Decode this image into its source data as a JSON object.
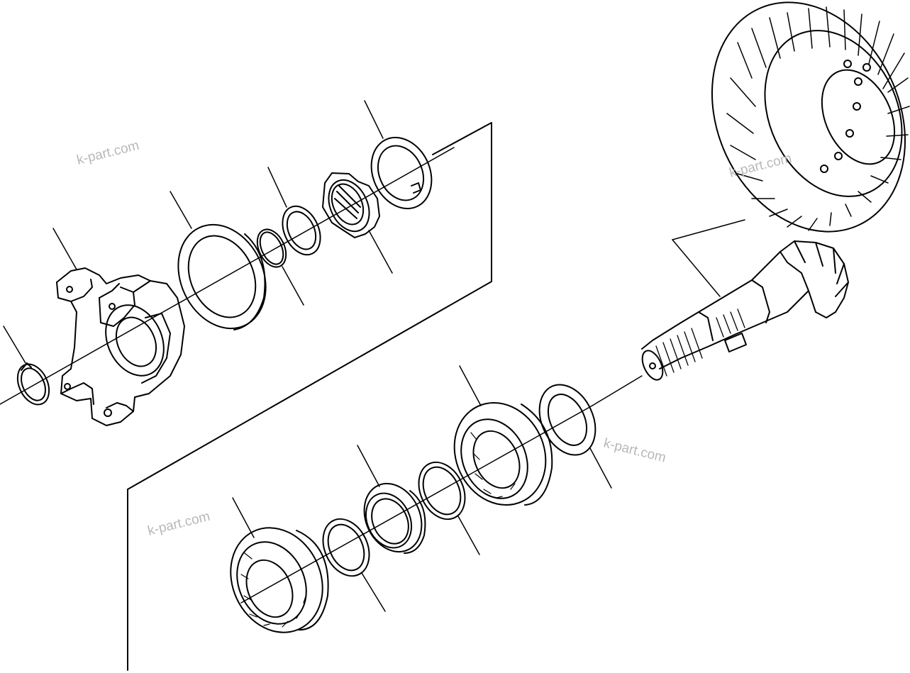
{
  "diagram": {
    "kind": "exploded-parts-view",
    "line_color": "#000000",
    "background": "#ffffff",
    "watermark_color": "#b8b8b8",
    "parts": [
      {
        "id": "snap-ring",
        "icon": "snap-ring-icon"
      },
      {
        "id": "yoke-flange",
        "icon": "yoke-flange-icon"
      },
      {
        "id": "seal",
        "icon": "seal-ring-icon"
      },
      {
        "id": "o-ring",
        "icon": "o-ring-icon"
      },
      {
        "id": "spacer-ring",
        "icon": "spacer-ring-icon"
      },
      {
        "id": "castle-nut",
        "icon": "castle-nut-icon"
      },
      {
        "id": "lock-washer",
        "icon": "lock-washer-icon"
      },
      {
        "id": "ring-gear",
        "icon": "ring-gear-icon"
      },
      {
        "id": "pinion-shaft",
        "icon": "pinion-shaft-icon"
      },
      {
        "id": "thrust-washer",
        "icon": "thrust-washer-icon"
      },
      {
        "id": "bearing-large",
        "icon": "roller-bearing-icon"
      },
      {
        "id": "shim",
        "icon": "shim-icon"
      },
      {
        "id": "bearing-cup",
        "icon": "bearing-cup-icon"
      },
      {
        "id": "spacer",
        "icon": "spacer-ring-icon"
      },
      {
        "id": "bearing-front",
        "icon": "roller-bearing-icon"
      }
    ]
  },
  "watermarks": [
    {
      "text": "k-part.com"
    },
    {
      "text": "k-part.com"
    },
    {
      "text": "k-part.com"
    },
    {
      "text": "k-part.com"
    }
  ]
}
